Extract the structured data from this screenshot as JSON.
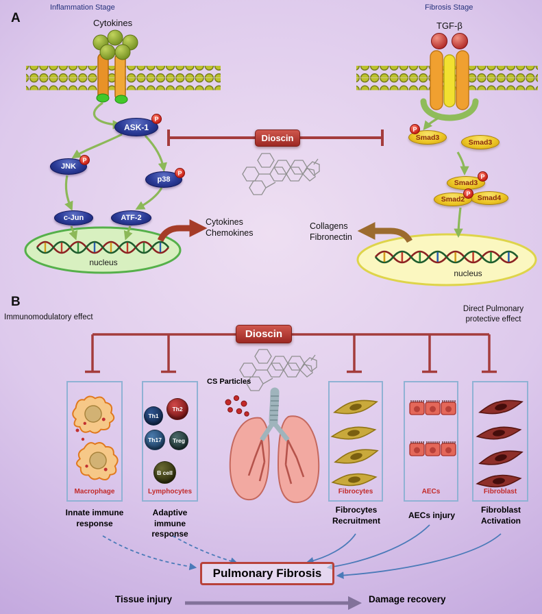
{
  "colors": {
    "dioscin_red": "#b23b35",
    "inhibition_red": "#a43c3c",
    "kinase_blue": "#1b2878",
    "smad_yellow": "#edc727",
    "pathway_green": "#8cb858",
    "link_blue": "#4a7ab8",
    "background_purple": "#c3a8de"
  },
  "panelA": {
    "label": "A",
    "left_stage": "Inflammation Stage",
    "right_stage": "Fibrosis Stage",
    "cytokines": "Cytokines",
    "tgfb": "TGF-β",
    "dioscin": "Dioscin",
    "phospho": "P",
    "ask1": "ASK-1",
    "jnk": "JNK",
    "p38": "p38",
    "cjun": "c-Jun",
    "atf2": "ATF-2",
    "smad3": "Smad3",
    "smad2": "Smad2",
    "smad4": "Smad4",
    "nucleus": "nucleus",
    "left_output1": "Cytokines",
    "left_output2": "Chemokines",
    "right_output1": "Collagens",
    "right_output2": "Fibronectin"
  },
  "panelB": {
    "label": "B",
    "left_effect": "Immunomodulatory effect",
    "right_effect1": "Direct Pulmonary",
    "right_effect2": "protective effect",
    "dioscin": "Dioscin",
    "cs_particles": "CS Particles",
    "th1": "Th1",
    "th2": "Th2",
    "th17": "Th17",
    "treg": "Treg",
    "bcell": "B cell",
    "groups": [
      {
        "label": "Macrophage",
        "caption1": "Innate immune",
        "caption2": "response"
      },
      {
        "label": "Lymphocytes",
        "caption1": "Adaptive immune",
        "caption2": "response"
      },
      {
        "label": "Fibrocytes",
        "caption1": "Fibrocytes",
        "caption2": "Recruitment"
      },
      {
        "label": "AECs",
        "caption1": "AECs injury",
        "caption2": ""
      },
      {
        "label": "Fibroblast",
        "caption1": "Fibroblast",
        "caption2": "Activation"
      }
    ],
    "outcome": "Pulmonary Fibrosis",
    "timeline_left": "Tissue injury",
    "timeline_right": "Damage recovery"
  }
}
